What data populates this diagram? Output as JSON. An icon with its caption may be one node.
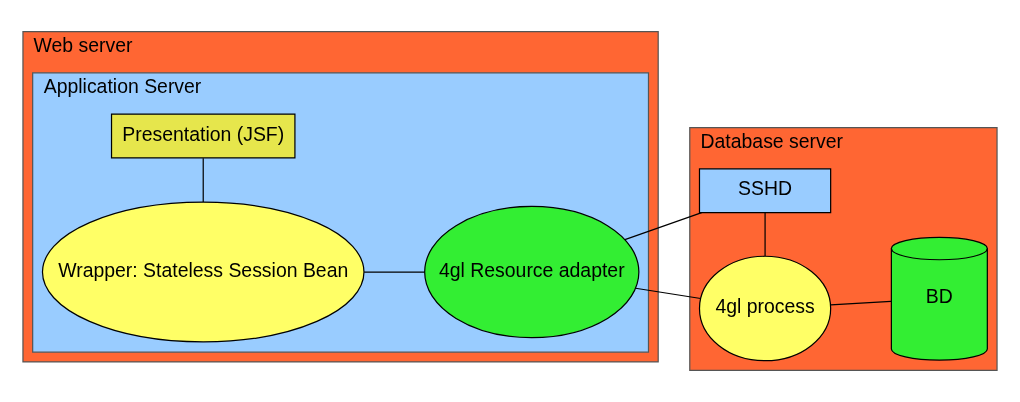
{
  "diagram": {
    "nodes": [
      {
        "text": [
          "Web server"
        ]
      },
      {
        "text": [
          "Application Server"
        ],
        "in": 0
      },
      {
        "text": [
          "Presentation (JSF)"
        ],
        "in": 1
      },
      {
        "text": [
          "Wrapper: Stateless Session Bean"
        ],
        "in": 1
      },
      {
        "text": [
          "4gl Resource adapter"
        ],
        "in": 1
      },
      {
        "text": [
          "Database server"
        ]
      },
      {
        "text": [
          "SSHD"
        ],
        "in": 5
      },
      {
        "text": [
          "4gl process"
        ],
        "in": 5
      },
      {
        "text": [
          "BD"
        ],
        "in": 5
      }
    ],
    "edges": [
      {
        "from": 2,
        "to": 3,
        "arrow": "none"
      },
      {
        "from": 3,
        "to": 4,
        "arrow": "none"
      },
      {
        "from": 4,
        "to": 6,
        "arrow": "none"
      },
      {
        "from": 4,
        "to": 7,
        "arrow": "none"
      },
      {
        "from": 6,
        "to": 7,
        "arrow": "none"
      },
      {
        "from": 7,
        "to": 8,
        "arrow": "none"
      }
    ]
  }
}
